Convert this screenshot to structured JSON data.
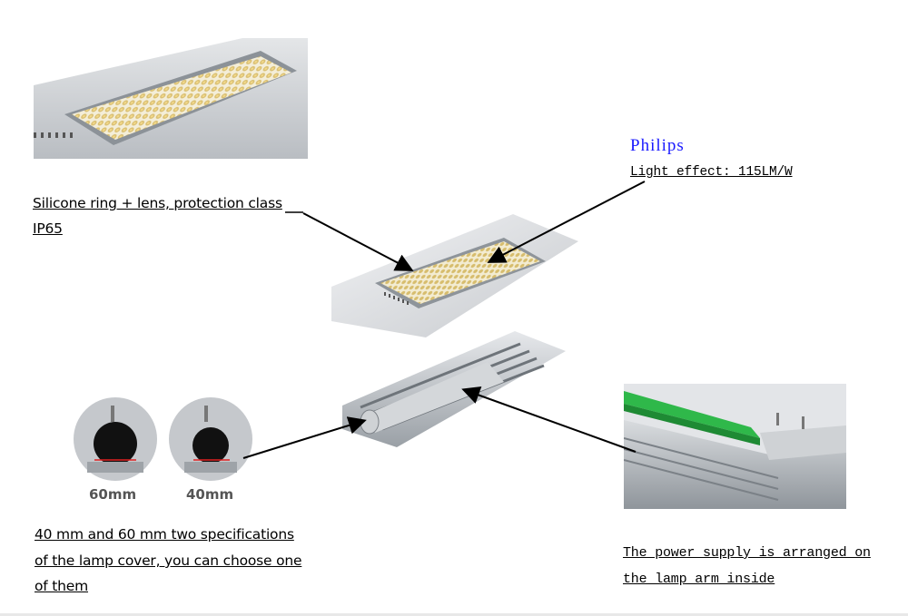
{
  "callouts": {
    "silicone": {
      "line1": "Silicone ring + lens, protection class",
      "line2": "IP65"
    },
    "philips": {
      "brand": "Philips",
      "effect": "Light effect: 115LM/W"
    },
    "cover": {
      "line1": "40 mm and 60 mm two specifications",
      "line2": "of the lamp cover, you can choose one",
      "line3": "of them"
    },
    "power": {
      "line1": "The power supply is arranged on",
      "line2": "the lamp arm inside"
    }
  },
  "sizes": {
    "large": "60mm",
    "small": "40mm"
  },
  "colors": {
    "brand": "#1a1aff",
    "led": "#e9d9a4",
    "housing": "#c9ccd0",
    "driver": "#2fb84a"
  },
  "icons": [
    "led-module-photo",
    "lamp-top-photo",
    "lamp-bottom-photo",
    "cover-60mm-photo",
    "cover-40mm-photo",
    "power-supply-photo"
  ]
}
